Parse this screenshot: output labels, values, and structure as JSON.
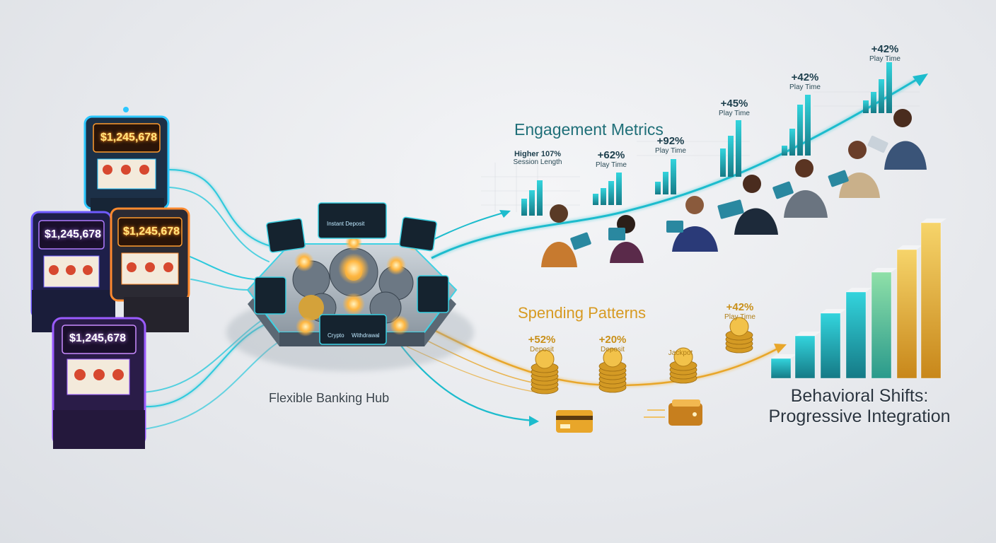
{
  "hub": {
    "title": "Flexible Banking Hub",
    "tiles": [
      "Instant Deposit",
      "Crypto",
      "Withdrawal"
    ]
  },
  "slots": {
    "jackpot_1": "$1,245,678",
    "jackpot_2": "$1,245,678",
    "jackpot_3": "$1,245,678",
    "jackpot_4": "$1,245,678"
  },
  "engagement": {
    "title": "Engagement Metrics",
    "labels": [
      {
        "value": "Higher 107%",
        "caption": "Session Length"
      },
      {
        "value": "+62%",
        "caption": "Play Time"
      },
      {
        "value": "+92%",
        "caption": "Play Time"
      },
      {
        "value": "+45%",
        "caption": "Play Time"
      },
      {
        "value": "+42%",
        "caption": "Play Time"
      },
      {
        "value": "+42%",
        "caption": "Play Time"
      }
    ]
  },
  "spending": {
    "title": "Spending Patterns",
    "labels": [
      {
        "value": "+52%",
        "caption": "Deposit"
      },
      {
        "value": "+20%",
        "caption": "Deposit"
      },
      {
        "value": "",
        "caption": "Jackpot"
      },
      {
        "value": "+42%",
        "caption": "Play Time"
      }
    ]
  },
  "headline": {
    "line1": "Behavioral Shifts:",
    "line2": "Progressive Integration"
  },
  "colors": {
    "teal": "#1fc3d6",
    "gold": "#e6a82a",
    "purple": "#8a5cff",
    "slot_blue": "#2cc7ff"
  }
}
